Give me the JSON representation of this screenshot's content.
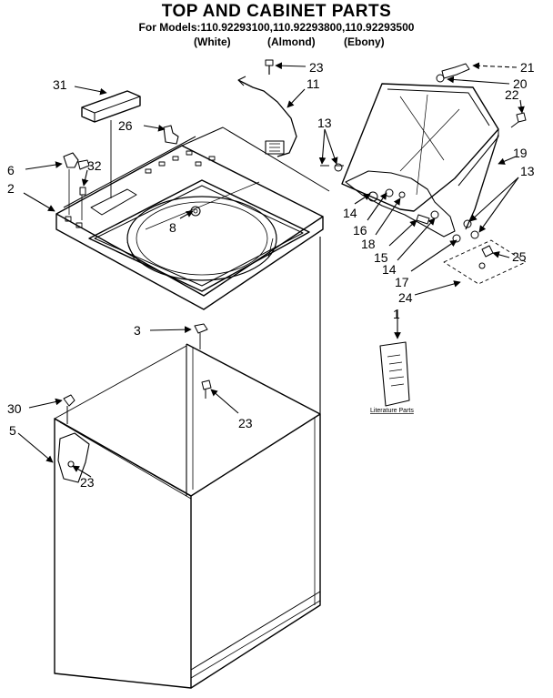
{
  "header": {
    "title": "TOP AND CABINET PARTS",
    "models_line": "For Models:110.92293100,110.92293800,110.92293500",
    "colors": [
      "(White)",
      "(Almond)",
      "(Ebony)"
    ]
  },
  "diagram": {
    "callouts": [
      "23",
      "11",
      "21",
      "20",
      "22",
      "31",
      "26",
      "13",
      "19",
      "13",
      "6",
      "32",
      "2",
      "14",
      "16",
      "18",
      "15",
      "14",
      "17",
      "25",
      "8",
      "24",
      "1",
      "3",
      "23",
      "30",
      "5",
      "23"
    ],
    "literature_label": "Literature Parts"
  }
}
